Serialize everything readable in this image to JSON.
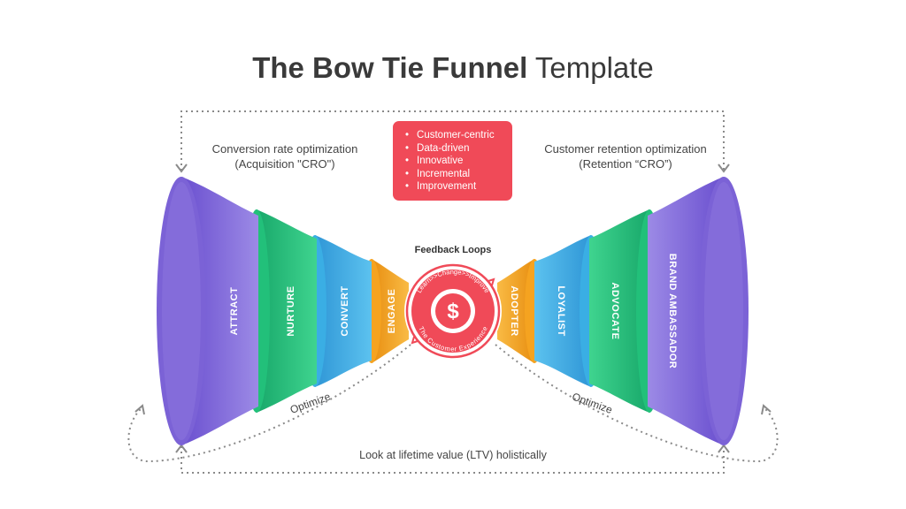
{
  "title": {
    "bold": "The Bow Tie Funnel",
    "light": "Template"
  },
  "left_caption": {
    "line1": "Conversion rate optimization",
    "line2": "(Acquisition \"CRO\")"
  },
  "right_caption": {
    "line1": "Customer retention optimization",
    "line2": "(Retention “CRO”)"
  },
  "principles": [
    "Customer-centric",
    "Data-driven",
    "Innovative",
    "Incremental",
    "Improvement"
  ],
  "center": {
    "heading": "Feedback Loops",
    "ring_top": "Learn>>Change>>Improve",
    "ring_bottom": "The Customer Experience",
    "symbol": "$"
  },
  "left_stages": [
    "ATTRACT",
    "NURTURE",
    "CONVERT",
    "ENGAGE"
  ],
  "right_stages": [
    "ADOPTER",
    "LOYALIST",
    "ADVOCATE",
    "BRAND AMBASSADOR"
  ],
  "optimize_left": "Optimize",
  "optimize_right": "Optimize",
  "ltv": "Look at lifetime value (LTV) holistically",
  "colors": {
    "purple": "#7b62d6",
    "green": "#22c07a",
    "blue": "#3aaee4",
    "orange": "#f5a320",
    "red": "#f04a58",
    "dotted": "#8a8a8a"
  }
}
